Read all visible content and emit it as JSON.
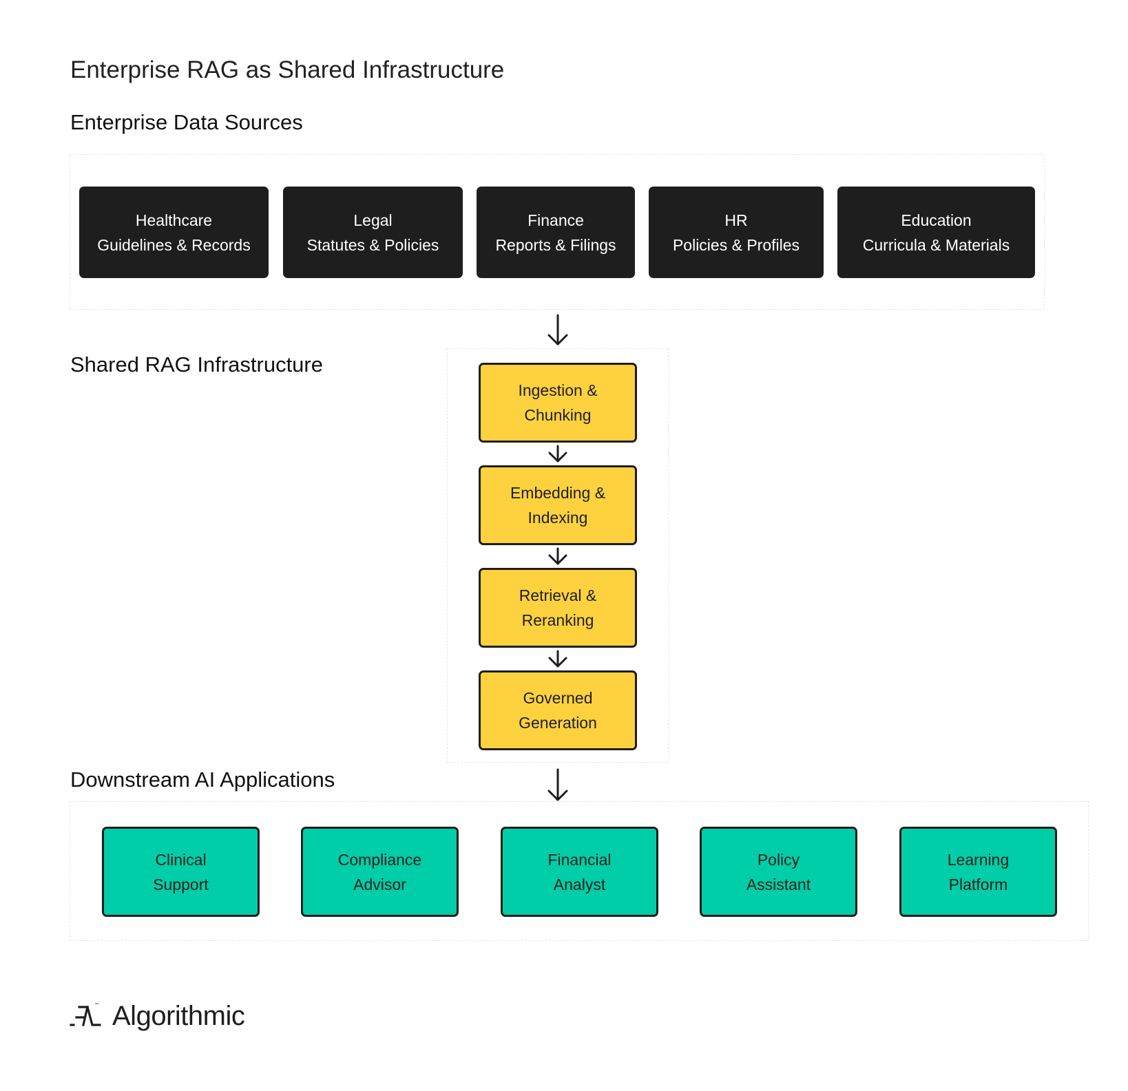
{
  "title": "Enterprise RAG as Shared Infrastructure",
  "sections": {
    "sources": "Enterprise Data Sources",
    "infra": "Shared RAG Infrastructure",
    "apps": "Downstream AI Applications"
  },
  "sources": [
    {
      "line1": "Healthcare",
      "line2": "Guidelines & Records"
    },
    {
      "line1": "Legal",
      "line2": "Statutes & Policies"
    },
    {
      "line1": "Finance",
      "line2": "Reports & Filings"
    },
    {
      "line1": "HR",
      "line2": "Policies & Profiles"
    },
    {
      "line1": "Education",
      "line2": "Curricula & Materials"
    }
  ],
  "stages": [
    {
      "line1": "Ingestion &",
      "line2": "Chunking"
    },
    {
      "line1": "Embedding &",
      "line2": "Indexing"
    },
    {
      "line1": "Retrieval &",
      "line2": "Reranking"
    },
    {
      "line1": "Governed",
      "line2": "Generation"
    }
  ],
  "apps": [
    {
      "line1": "Clinical",
      "line2": "Support"
    },
    {
      "line1": "Compliance",
      "line2": "Advisor"
    },
    {
      "line1": "Financial",
      "line2": "Analyst"
    },
    {
      "line1": "Policy",
      "line2": "Assistant"
    },
    {
      "line1": "Learning",
      "line2": "Platform"
    }
  ],
  "logo": {
    "text": "Algorithmic",
    "tm": "™"
  },
  "colors": {
    "source_fill": "#1e1e1e",
    "stage_fill": "#fdd23e",
    "app_fill": "#00cea8",
    "stroke": "#1e1e1e"
  }
}
